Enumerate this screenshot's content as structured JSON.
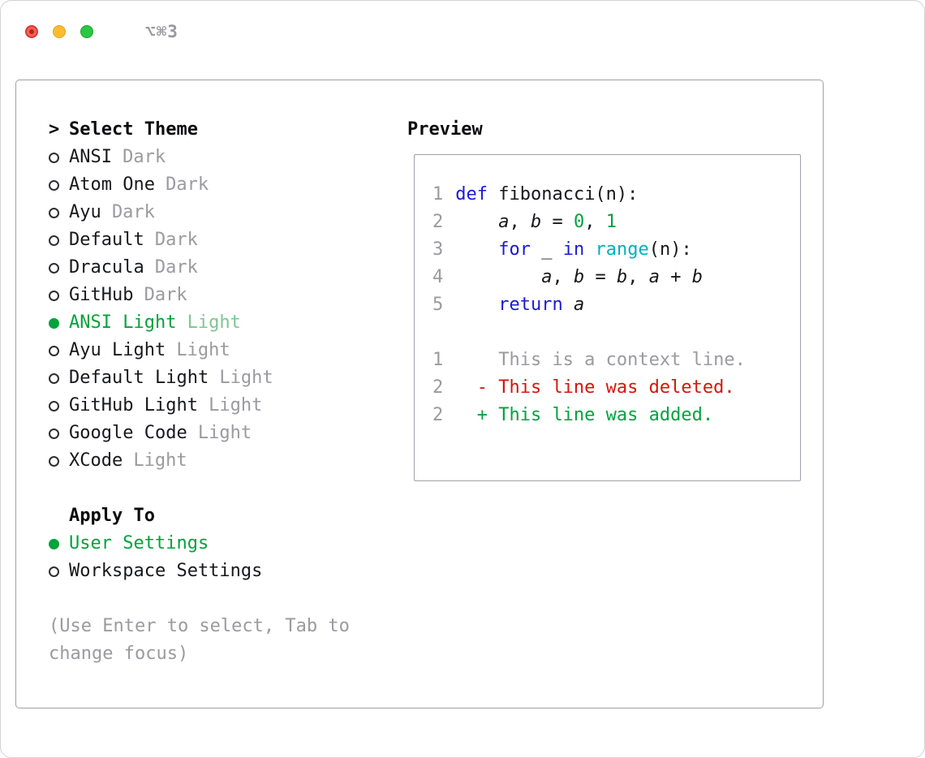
{
  "titlebar": {
    "shortcut": "⌥⌘3"
  },
  "colors": {
    "fg": "#17181c",
    "gray": "#9a9aa0",
    "green": "#00a33c",
    "red": "#d1180b",
    "kw": "#1a1ad6",
    "fn": "#00b0bd",
    "border": "#a0a0a8",
    "sel-variant": "#7cc693"
  },
  "theme_panel": {
    "prompt": ">",
    "title": "Select Theme",
    "items": [
      {
        "label": "ANSI",
        "variant": "Dark",
        "selected": false
      },
      {
        "label": "Atom One",
        "variant": "Dark",
        "selected": false
      },
      {
        "label": "Ayu",
        "variant": "Dark",
        "selected": false
      },
      {
        "label": "Default",
        "variant": "Dark",
        "selected": false
      },
      {
        "label": "Dracula",
        "variant": "Dark",
        "selected": false
      },
      {
        "label": "GitHub",
        "variant": "Dark",
        "selected": false
      },
      {
        "label": "ANSI Light",
        "variant": "Light",
        "selected": true
      },
      {
        "label": "Ayu Light",
        "variant": "Light",
        "selected": false
      },
      {
        "label": "Default Light",
        "variant": "Light",
        "selected": false
      },
      {
        "label": "GitHub Light",
        "variant": "Light",
        "selected": false
      },
      {
        "label": "Google Code",
        "variant": "Light",
        "selected": false
      },
      {
        "label": "XCode",
        "variant": "Light",
        "selected": false
      }
    ],
    "apply_title": "Apply To",
    "apply_options": [
      {
        "label": "User Settings",
        "selected": true
      },
      {
        "label": "Workspace Settings",
        "selected": false
      }
    ],
    "hint": "(Use Enter to select, Tab to change focus)"
  },
  "preview": {
    "title": "Preview",
    "lines": [
      {
        "num": "1",
        "tokens": [
          {
            "t": "def",
            "c": "kw"
          },
          {
            "t": " fibonacci(n):",
            "c": "fg"
          }
        ]
      },
      {
        "num": "2",
        "tokens": [
          {
            "t": "    ",
            "c": "fg"
          },
          {
            "t": "a",
            "c": "var"
          },
          {
            "t": ", ",
            "c": "fg"
          },
          {
            "t": "b",
            "c": "var"
          },
          {
            "t": " = ",
            "c": "fg"
          },
          {
            "t": "0",
            "c": "num"
          },
          {
            "t": ", ",
            "c": "fg"
          },
          {
            "t": "1",
            "c": "num"
          }
        ]
      },
      {
        "num": "3",
        "tokens": [
          {
            "t": "    ",
            "c": "fg"
          },
          {
            "t": "for",
            "c": "kw"
          },
          {
            "t": " _ ",
            "c": "fg"
          },
          {
            "t": "in",
            "c": "kw"
          },
          {
            "t": " ",
            "c": "fg"
          },
          {
            "t": "range",
            "c": "fn"
          },
          {
            "t": "(n):",
            "c": "fg"
          }
        ]
      },
      {
        "num": "4",
        "tokens": [
          {
            "t": "        ",
            "c": "fg"
          },
          {
            "t": "a",
            "c": "var"
          },
          {
            "t": ", ",
            "c": "fg"
          },
          {
            "t": "b",
            "c": "var"
          },
          {
            "t": " = ",
            "c": "fg"
          },
          {
            "t": "b",
            "c": "var"
          },
          {
            "t": ", ",
            "c": "fg"
          },
          {
            "t": "a",
            "c": "var"
          },
          {
            "t": " + ",
            "c": "fg"
          },
          {
            "t": "b",
            "c": "var"
          }
        ]
      },
      {
        "num": "5",
        "tokens": [
          {
            "t": "    ",
            "c": "fg"
          },
          {
            "t": "return",
            "c": "kw"
          },
          {
            "t": " ",
            "c": "fg"
          },
          {
            "t": "a",
            "c": "var"
          }
        ]
      },
      {
        "num": "",
        "tokens": []
      },
      {
        "num": "1",
        "tokens": [
          {
            "t": "    This is a context line.",
            "c": "ctx"
          }
        ]
      },
      {
        "num": "2",
        "tokens": [
          {
            "t": "  - This line was deleted.",
            "c": "del"
          }
        ]
      },
      {
        "num": "2",
        "tokens": [
          {
            "t": "  + This line was added.",
            "c": "add"
          }
        ]
      }
    ]
  }
}
